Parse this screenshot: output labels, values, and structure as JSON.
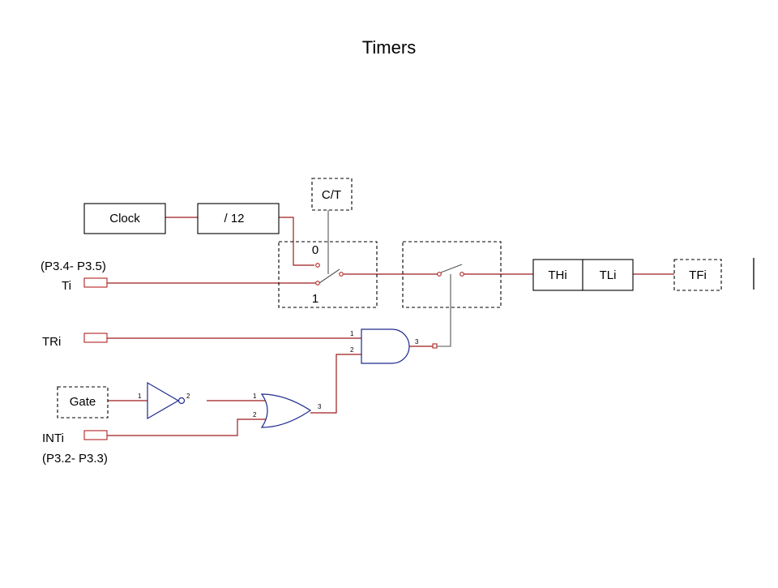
{
  "title": "Timers",
  "blocks": {
    "clock": "Clock",
    "div12": "/ 12",
    "ct": "C/T",
    "thi": "THi",
    "tli": "TLi",
    "tfi": "TFi",
    "gate": "Gate"
  },
  "switch": {
    "pos0": "0",
    "pos1": "1"
  },
  "inputs": {
    "ti_port": "(P3.4- P3.5)",
    "ti": "Ti",
    "tri": "TRi",
    "inti": "INTi",
    "inti_port": "(P3.2- P3.3)"
  },
  "pins": {
    "and_in1": "1",
    "and_in2": "2",
    "and_out": "3",
    "not_in": "1",
    "not_out": "2",
    "or_in1": "1",
    "or_in2": "2",
    "or_out": "3"
  },
  "colors": {
    "wire": "#9e1c1c",
    "gate": "#1e2a8c"
  }
}
